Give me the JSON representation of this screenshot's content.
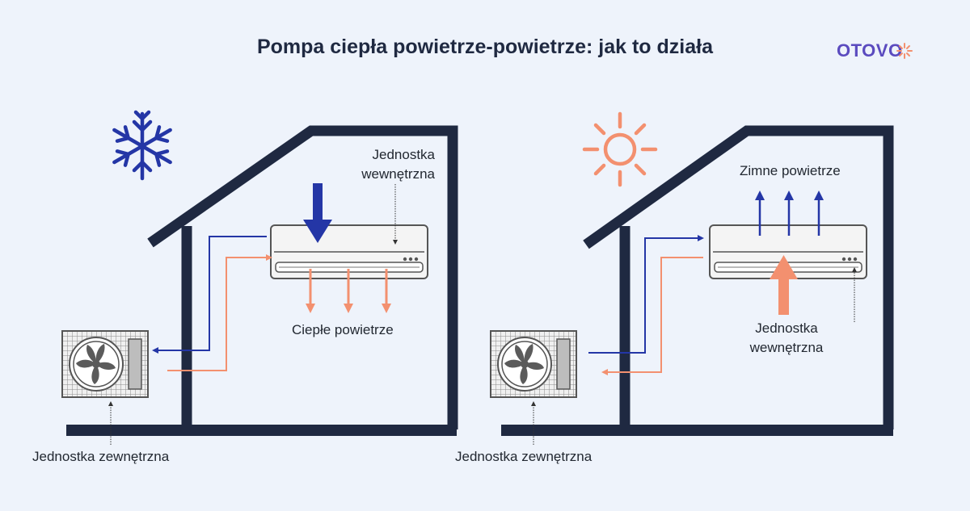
{
  "title": "Pompa ciepła powietrze-powietrze: jak to działa",
  "logo": "OTOVO",
  "colors": {
    "background": "#eef3fb",
    "house": "#1f2941",
    "cold_arrow": "#2436a6",
    "warm_arrow": "#f3906f",
    "unit": "#5b5b5b",
    "logo": "#5b4bbf",
    "logo_sun": "#f3906f"
  },
  "icons": {
    "left_scene": "snowflake-icon",
    "right_scene": "sun-icon"
  },
  "left": {
    "indoor_label_line1": "Jednostka",
    "indoor_label_line2": "wewnętrzna",
    "airflow_label": "Ciepłe powietrze",
    "outdoor_label": "Jednostka zewnętrzna"
  },
  "right": {
    "airflow_label": "Zimne powietrze",
    "indoor_label_line1": "Jednostka",
    "indoor_label_line2": "wewnętrzna",
    "outdoor_label": "Jednostka zewnętrzna"
  }
}
